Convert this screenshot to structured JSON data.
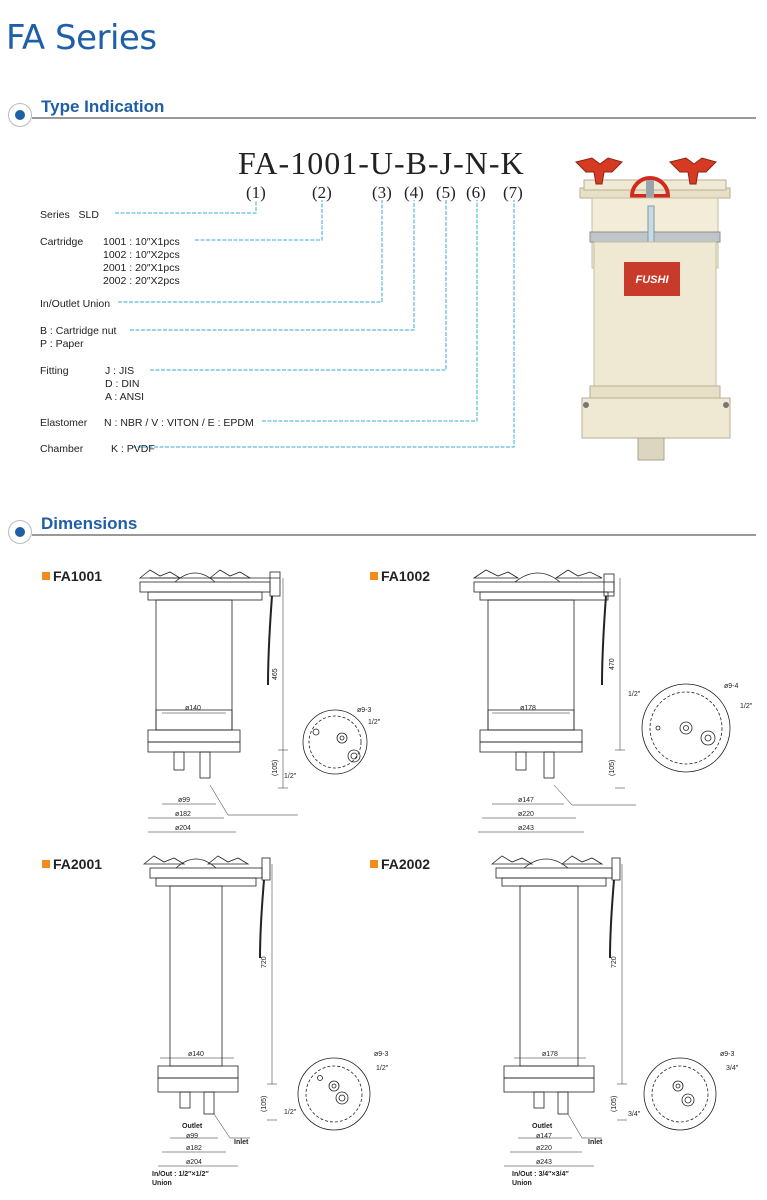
{
  "title": "FA Series",
  "type_indication": {
    "heading": "Type Indication",
    "code": "FA-1001-U-B-J-N-K",
    "indices": [
      "(1)",
      "(2)",
      "(3)",
      "(4)",
      "(5)",
      "(6)",
      "(7)"
    ],
    "series_label": "Series",
    "series_value": "SLD",
    "cartridge_label": "Cartridge",
    "cartridge_options": [
      "1001 : 10″X1pcs",
      "1002 : 10″X2pcs",
      "2001 : 20″X1pcs",
      "2002 : 20″X2pcs"
    ],
    "union_label": "In/Outlet Union",
    "nut_options": [
      "B : Cartridge nut",
      "P : Paper"
    ],
    "fitting_label": "Fitting",
    "fitting_options": [
      "J : JIS",
      "D : DIN",
      "A : ANSI"
    ],
    "elastomer_label": "Elastomer",
    "elastomer_value": "N : NBR / V : VITON / E : EPDM",
    "chamber_label": "Chamber",
    "chamber_value": "K : PVDF"
  },
  "photo": {
    "logo_text": "FUSHI",
    "colors": {
      "body": "#efe9d4",
      "handle": "#d63a22",
      "valve": "#d12b1d"
    }
  },
  "dimensions": {
    "heading": "Dimensions",
    "models": [
      {
        "name": "FA1001",
        "height": "465",
        "base": "(105)",
        "d_body": "ø140",
        "d1": "ø99",
        "d2": "ø182",
        "d3": "ø204",
        "bolt": "ø9-3",
        "port_r": "1/2″",
        "port_l": "1/2″"
      },
      {
        "name": "FA1002",
        "height": "470",
        "base": "(105)",
        "d_body": "ø178",
        "d1": "ø147",
        "d2": "ø220",
        "d3": "ø243",
        "bolt": "ø9-4",
        "port_r": "1/2″",
        "port_l": "1/2″"
      },
      {
        "name": "FA2001",
        "height": "720",
        "base": "(105)",
        "d_body": "ø140",
        "d1": "ø99",
        "d2": "ø182",
        "d3": "ø204",
        "bolt": "ø9-3",
        "port_r": "1/2″",
        "port_l": "1/2″",
        "outlet": "Outlet",
        "inlet": "Inlet",
        "note": "In/Out : 1/2″×1/2″",
        "note2": "Union"
      },
      {
        "name": "FA2002",
        "height": "720",
        "base": "(105)",
        "d_body": "ø178",
        "d1": "ø147",
        "d2": "ø220",
        "d3": "ø243",
        "bolt": "ø9-3",
        "port_r": "3/4″",
        "port_l": "3/4″",
        "outlet": "Outlet",
        "inlet": "Inlet",
        "note": "In/Out : 3/4″×3/4″",
        "note2": "Union"
      }
    ]
  },
  "colors": {
    "accent": "#1e5fa8",
    "tag": "#f28c1c",
    "leader": "#3aa9d6"
  }
}
